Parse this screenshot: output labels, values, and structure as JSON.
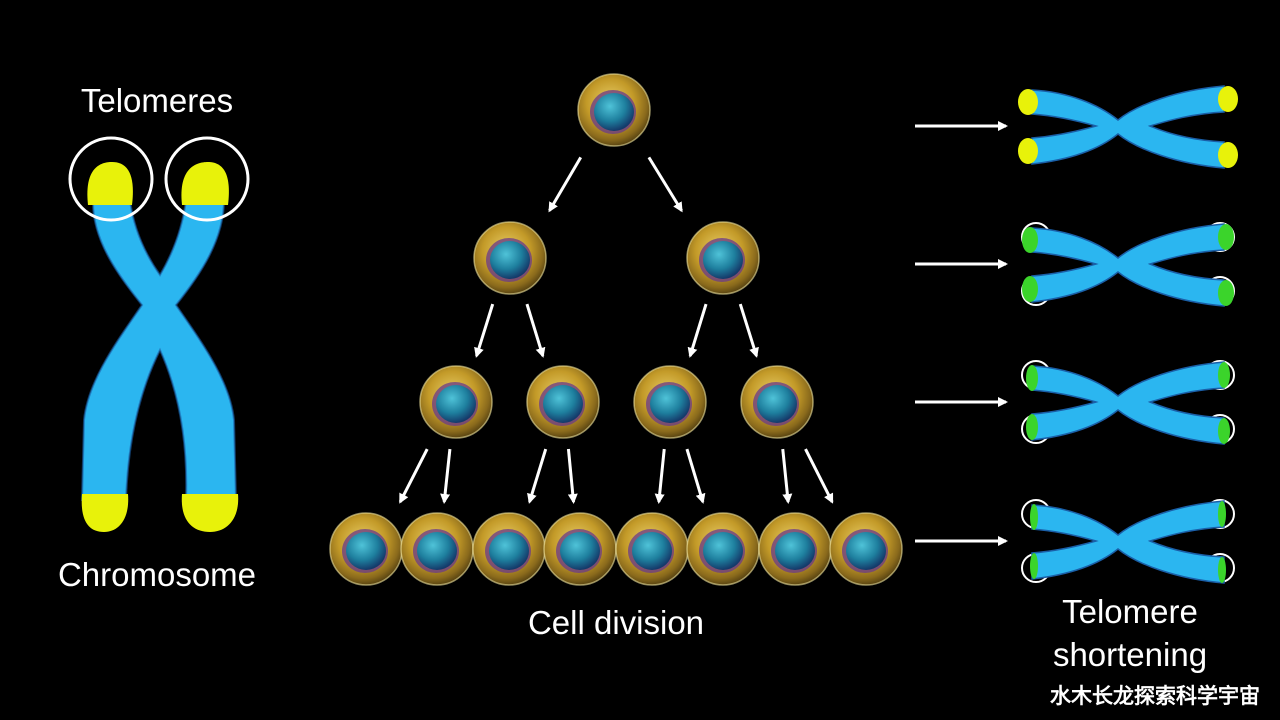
{
  "labels": {
    "telomeres": "Telomeres",
    "chromosome": "Chromosome",
    "cell_division": "Cell division",
    "telomere_shortening": "Telomere shortening",
    "watermark": "水木长龙探索科学宇宙"
  },
  "colors": {
    "background": "#000000",
    "chromosome": "#2bb6f0",
    "telomere": "#e8f20a",
    "telomere_edge": "#3bd42b",
    "cell_outer": "#c8a12a",
    "nucleus": "#1e7f9e",
    "arrow": "#ffffff"
  },
  "division_rows": [
    1,
    2,
    4,
    8
  ],
  "shortening_stages": 4
}
